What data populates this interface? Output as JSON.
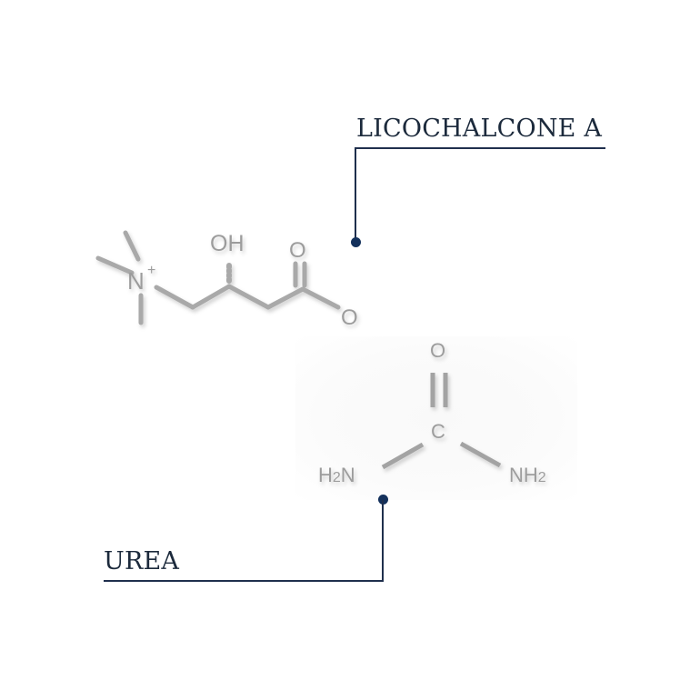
{
  "labels": {
    "top": "LICOCHALCONE A",
    "bottom": "UREA"
  },
  "molecule_1": {
    "atoms": {
      "n": "N",
      "charge": "+",
      "oh": "OH",
      "o_top": "O",
      "o_bottom": "O"
    }
  },
  "molecule_2": {
    "atoms": {
      "o": "O",
      "c": "C",
      "left": "H2N",
      "right": "NH2"
    }
  },
  "colors": {
    "label_text": "#1c2a3c",
    "leader_line": "#1f2f4d",
    "dot": "#14315c",
    "structure": "#9c9c9c"
  }
}
